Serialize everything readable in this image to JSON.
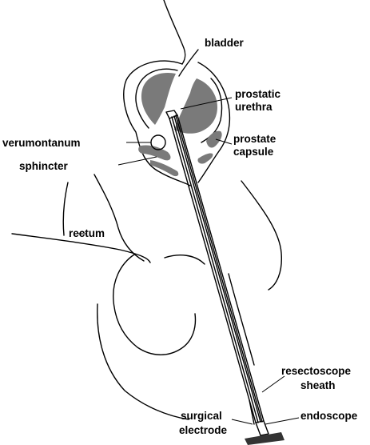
{
  "labels": {
    "bladder": "bladder",
    "prostatic_urethra_1": "prostatic",
    "prostatic_urethra_2": "urethra",
    "verumontanum": "verumontanum",
    "sphincter": "sphincter",
    "prostate_capsule_1": "prostate",
    "prostate_capsule_2": "capsule",
    "rectum": "rectum",
    "resectoscope_sheath_1": "resectoscope",
    "resectoscope_sheath_2": "sheath",
    "endoscope": "endoscope",
    "surgical_electrode_1": "surgical",
    "surgical_electrode_2": "electrode"
  },
  "colors": {
    "prostate_tissue": "#7a7a7a",
    "outline": "#000000",
    "background": "#ffffff",
    "endoscope_tip": "#333333"
  }
}
